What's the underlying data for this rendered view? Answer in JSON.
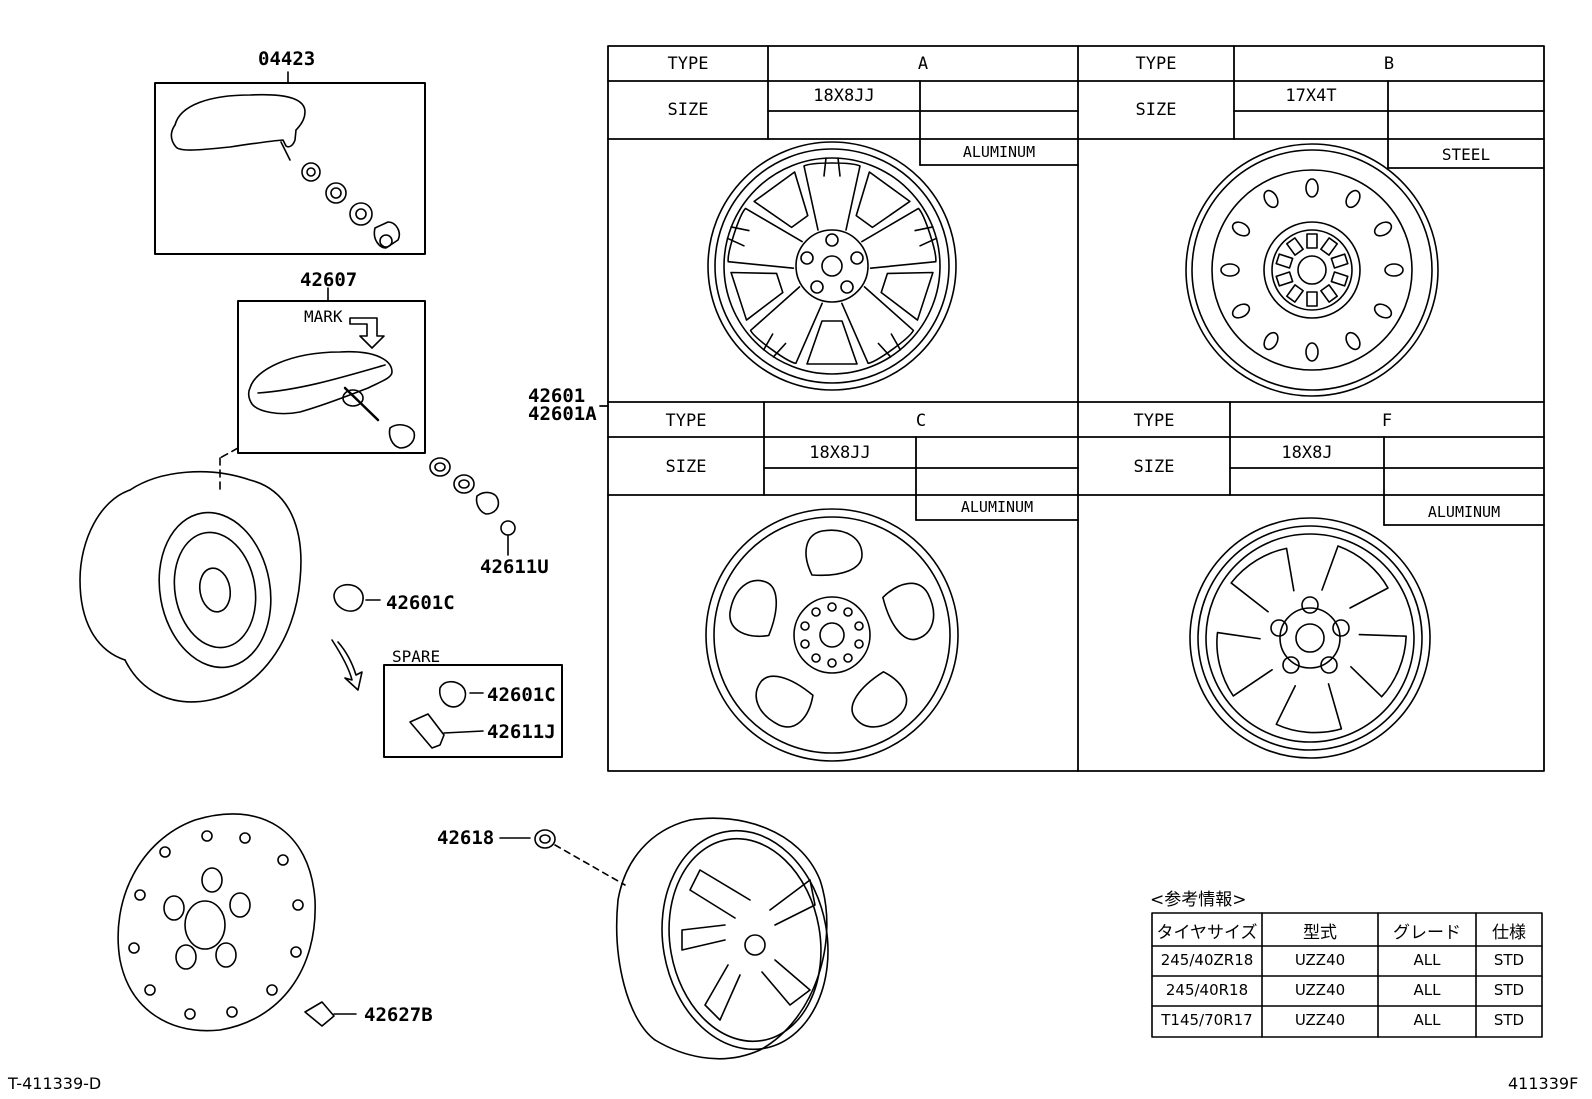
{
  "parts": {
    "p04423": "04423",
    "p42607": "42607",
    "mark": "MARK",
    "p42601": "42601",
    "p42601A": "42601A",
    "p42611U": "42611U",
    "p42601C_a": "42601C",
    "spare": "SPARE",
    "p42601C_b": "42601C",
    "p42611J": "42611J",
    "p42618": "42618",
    "p42627B": "42627B"
  },
  "wheel_table": {
    "type_label": "TYPE",
    "size_label": "SIZE",
    "wheels": [
      {
        "type": "A",
        "size": "18X8JJ",
        "material": "ALUMINUM"
      },
      {
        "type": "B",
        "size": "17X4T",
        "material": "STEEL"
      },
      {
        "type": "C",
        "size": "18X8JJ",
        "material": "ALUMINUM"
      },
      {
        "type": "F",
        "size": "18X8J",
        "material": "ALUMINUM"
      }
    ]
  },
  "reference": {
    "title": "<参考情報>",
    "headers": [
      "タイヤサイズ",
      "型式",
      "グレード",
      "仕様"
    ],
    "rows": [
      [
        "245/40ZR18",
        "UZZ40",
        "ALL",
        "STD"
      ],
      [
        "245/40R18",
        "UZZ40",
        "ALL",
        "STD"
      ],
      [
        "T145/70R17",
        "UZZ40",
        "ALL",
        "STD"
      ]
    ]
  },
  "footer": {
    "left": "T-411339-D",
    "right": "411339F"
  }
}
